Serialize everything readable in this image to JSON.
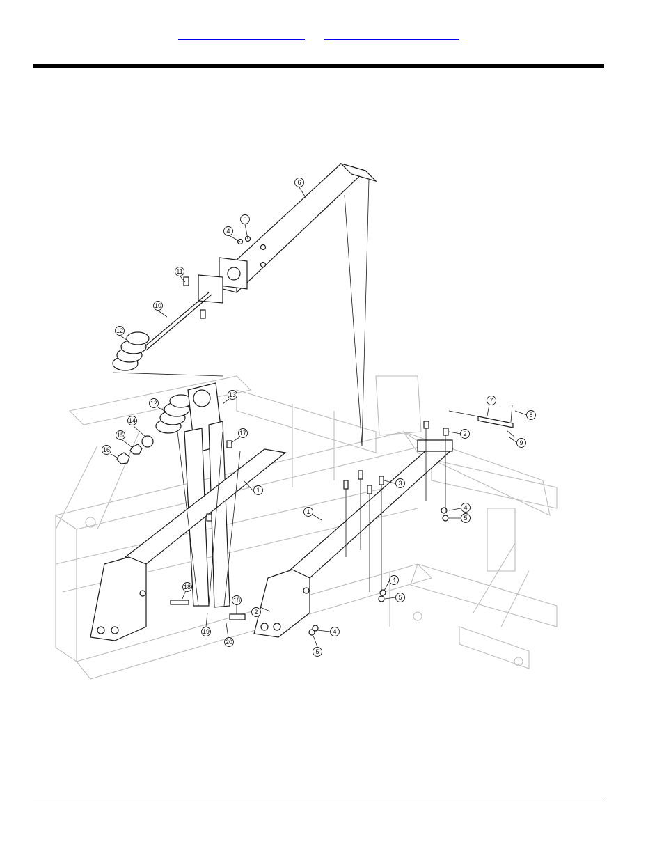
{
  "header": {
    "link_left": "",
    "link_right": ""
  },
  "callouts": {
    "c1a": "1",
    "c1b": "1",
    "c2a": "2",
    "c2b": "2",
    "c3": "3",
    "c4a": "4",
    "c4b": "4",
    "c4c": "4",
    "c4d": "4",
    "c5a": "5",
    "c5b": "5",
    "c5c": "5",
    "c5d": "5",
    "c6": "6",
    "c7": "7",
    "c8": "8",
    "c9": "9",
    "c10": "10",
    "c11": "11",
    "c12a": "12",
    "c12b": "12",
    "c13": "13",
    "c14": "14",
    "c15": "15",
    "c16": "16",
    "c17": "17",
    "c18a": "18",
    "c18b": "18",
    "c19": "19",
    "c20": "20"
  }
}
